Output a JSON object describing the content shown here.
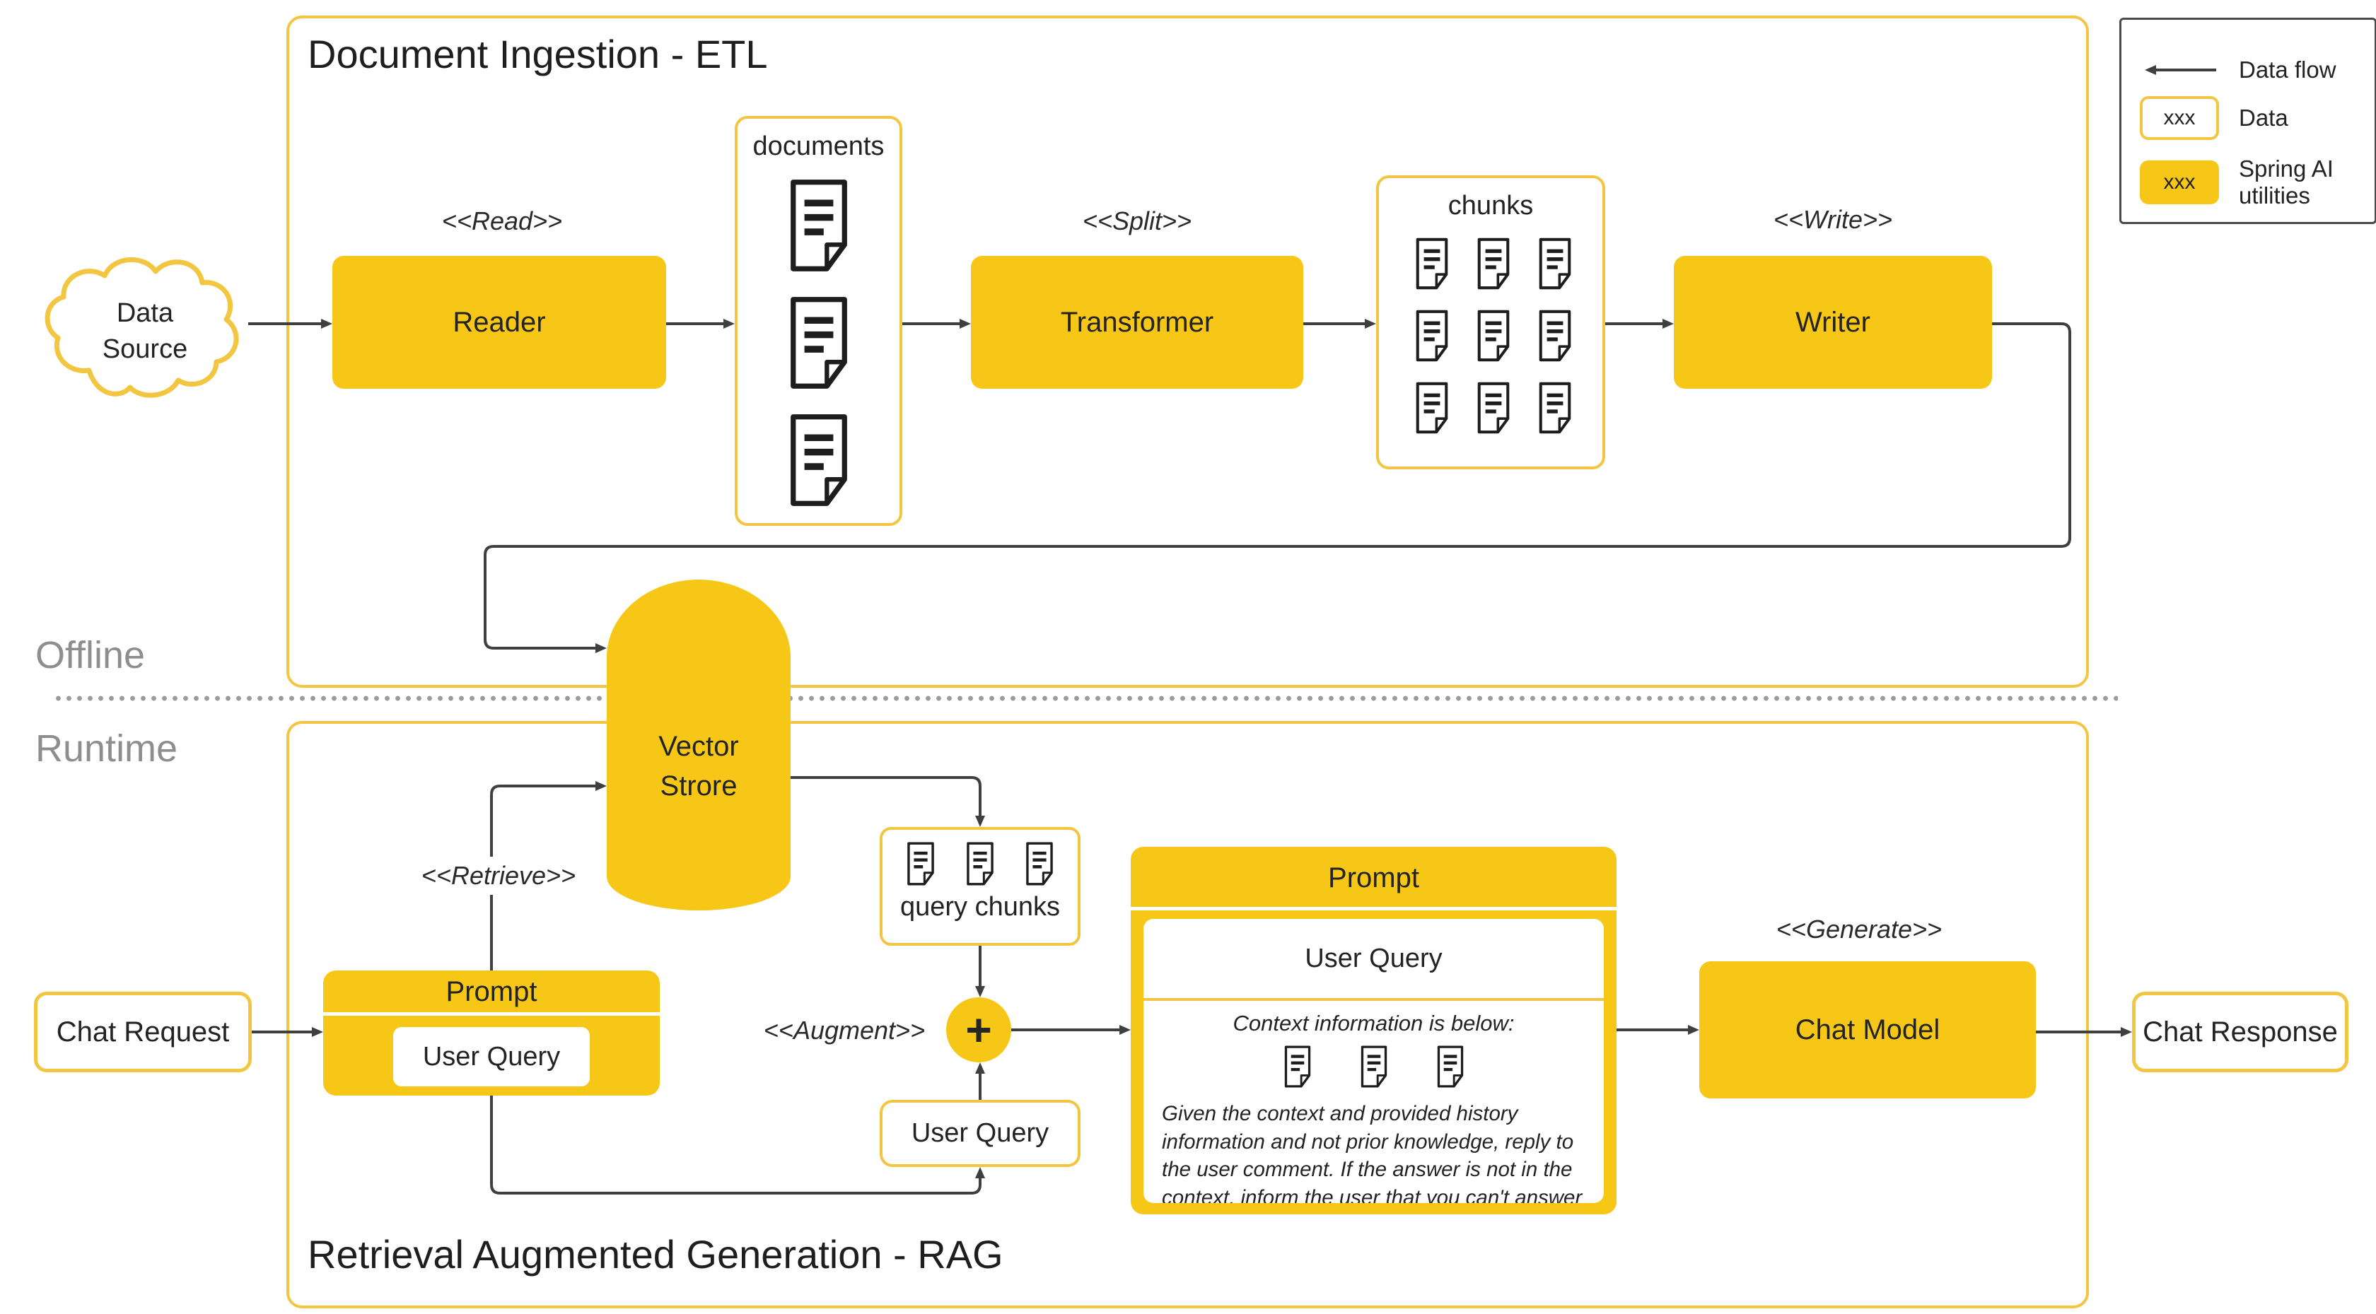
{
  "colors": {
    "yellow_fill": "#F6C716",
    "yellow_border": "#F2C640",
    "wire": "#3F3F3F",
    "text": "#232323",
    "section_gray": "#8E8E8E"
  },
  "legend": {
    "data_flow": "Data flow",
    "box_sample": "xxx",
    "data": "Data",
    "spring": "Spring AI utilities"
  },
  "sections": {
    "offline": "Offline",
    "runtime": "Runtime"
  },
  "etl": {
    "title": "Document Ingestion - ETL",
    "data_source_line1": "Data",
    "data_source_line2": "Source",
    "read": "<<Read>>",
    "reader": "Reader",
    "documents": "documents",
    "split": "<<Split>>",
    "transformer": "Transformer",
    "chunks": "chunks",
    "write": "<<Write>>",
    "writer": "Writer"
  },
  "vector_store": {
    "line1": "Vector",
    "line2": "Strore"
  },
  "rag": {
    "title": "Retrieval Augmented Generation - RAG",
    "chat_request": "Chat Request",
    "retrieve": "<<Retrieve>>",
    "prompt_title": "Prompt",
    "prompt_user_query": "User Query",
    "query_chunks": "query chunks",
    "augment": "<<Augment>>",
    "plus": "+",
    "user_query": "User Query",
    "big_prompt": {
      "title": "Prompt",
      "user_query": "User Query",
      "context_heading": "Context information is below:",
      "instructions": "Given the context and provided history information and not prior knowledge, reply to the user comment. If the answer is not in the context, inform the user that you can't answer the question."
    },
    "generate": "<<Generate>>",
    "chat_model": "Chat Model",
    "chat_response": "Chat Response"
  },
  "icons": {
    "document": "document-icon",
    "plus": "plus-icon",
    "data_flow_arrow": "left-arrow-icon",
    "cloud": "cloud-shape",
    "vector_store": "database-cylinder"
  }
}
